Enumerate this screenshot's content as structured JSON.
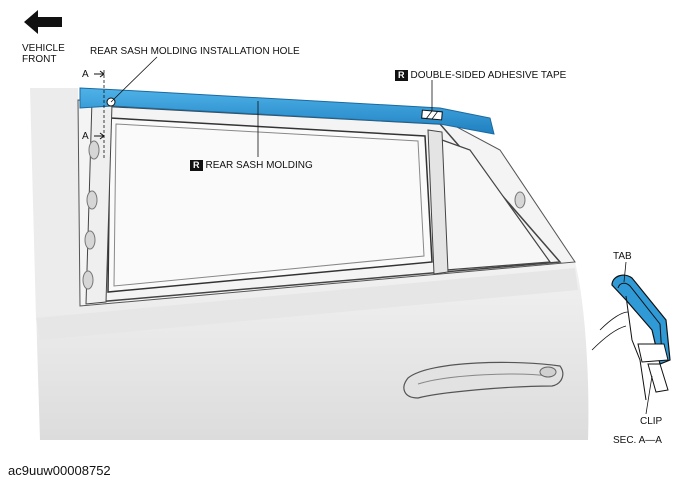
{
  "labels": {
    "vehicle_front": [
      "VEHICLE",
      "FRONT"
    ],
    "install_hole": "REAR SASH MOLDING INSTALLATION HOLE",
    "tape_badge": "R",
    "tape": "DOUBLE-SIDED ADHESIVE TAPE",
    "molding_badge": "R",
    "molding": "REAR SASH MOLDING",
    "section_arrow_1": "A",
    "section_arrow_2": "A",
    "tab": "TAB",
    "clip": "CLIP",
    "section": "SEC. A—A"
  },
  "caption": "ac9uuw00008752",
  "colors": {
    "molding_blue": "#2f9ad6",
    "shade": "#d9d9d9",
    "line": "#222222"
  },
  "icons": [
    "direction-arrow-icon"
  ]
}
